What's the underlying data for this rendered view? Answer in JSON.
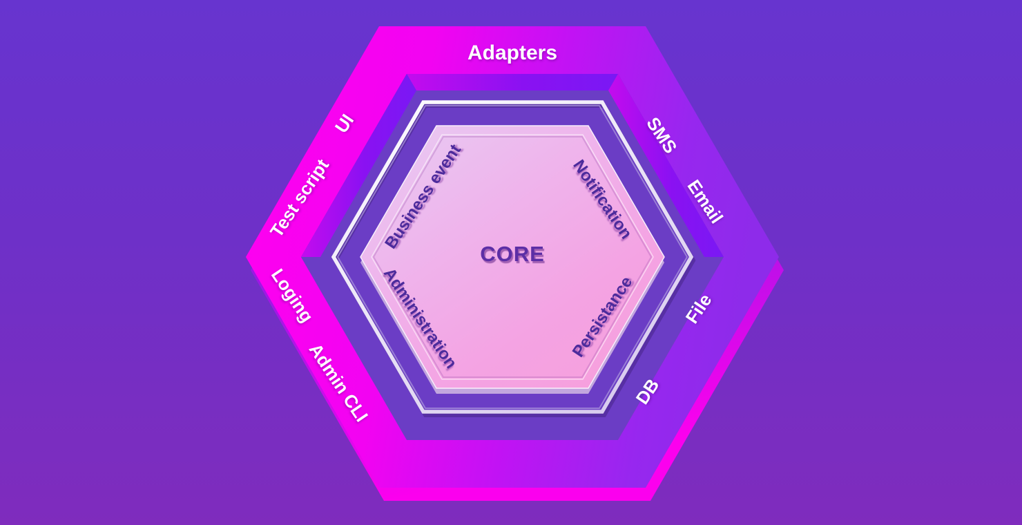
{
  "diagram": {
    "type": "hexagonal-architecture",
    "ring_title": "Adapters",
    "core": {
      "label": "CORE"
    },
    "inner_ports": [
      {
        "id": "business-event",
        "label": "Business event",
        "edge": "upper-left"
      },
      {
        "id": "notification",
        "label": "Notification",
        "edge": "upper-right"
      },
      {
        "id": "administration",
        "label": "Administration",
        "edge": "lower-left"
      },
      {
        "id": "persistance",
        "label": "Persistance",
        "edge": "lower-right"
      }
    ],
    "outer_adapters": [
      {
        "id": "ui",
        "label": "UI",
        "edge": "upper-left"
      },
      {
        "id": "test-script",
        "label": "Test script",
        "edge": "upper-left"
      },
      {
        "id": "sms",
        "label": "SMS",
        "edge": "upper-right"
      },
      {
        "id": "email",
        "label": "Email",
        "edge": "upper-right"
      },
      {
        "id": "loging",
        "label": "Loging",
        "edge": "lower-left"
      },
      {
        "id": "admin-cli",
        "label": "Admin CLI",
        "edge": "lower-left"
      },
      {
        "id": "file",
        "label": "File",
        "edge": "lower-right"
      },
      {
        "id": "db",
        "label": "DB",
        "edge": "lower-right"
      }
    ],
    "colors": {
      "background_top": "#6734CF",
      "background_bottom": "#7F2CBD",
      "ring_magenta": "#FF00EF",
      "ring_violet": "#8E2BEA",
      "bevel_violet": "#7A18F4",
      "gap_purple": "#6B3DC5",
      "frame_white": "#F1EDFA",
      "core_face_lavender": "#E7CDF3",
      "core_face_pink": "#F6A0DD",
      "core_text": "#5C2EA6",
      "port_text": "#4C2B9C",
      "adapter_text": "#FFFFFF"
    }
  }
}
